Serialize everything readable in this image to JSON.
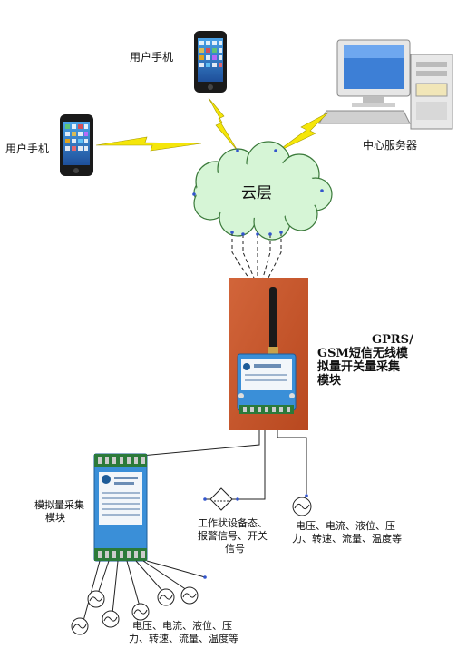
{
  "labels": {
    "phone_top": "用户手机",
    "phone_left": "用户手机",
    "server": "中心服务器",
    "cloud": "云层",
    "gprs_line1": "GPRS/",
    "gprs_line2": "GSM短信无线模",
    "gprs_line3": "拟量开关量采集",
    "gprs_line4": "模块",
    "analog_line1": "模拟量采集",
    "analog_line2": "模块",
    "switch_line1": "工作状设备态、",
    "switch_line2": "报警信号、开关",
    "switch_line3": "信号",
    "sensor_right_line1": "电压、电流、液位、压",
    "sensor_right_line2": "力、转速、流量、温度等",
    "sensor_bottom_line1": "电压、电流、液位、压",
    "sensor_bottom_line2": "力、转速、流量、温度等"
  },
  "colors": {
    "cloud_fill": "#d6f5d6",
    "lightning": "#f5e60a",
    "module_bg": "#c85a2e",
    "device_blue": "#3a8fd8",
    "line": "#222222",
    "marker": "#3355cc"
  },
  "icons": [
    "phone-icon",
    "computer-icon",
    "lightning-icon",
    "cloud-shape",
    "antenna-icon",
    "sensor-icon",
    "switch-symbol"
  ]
}
